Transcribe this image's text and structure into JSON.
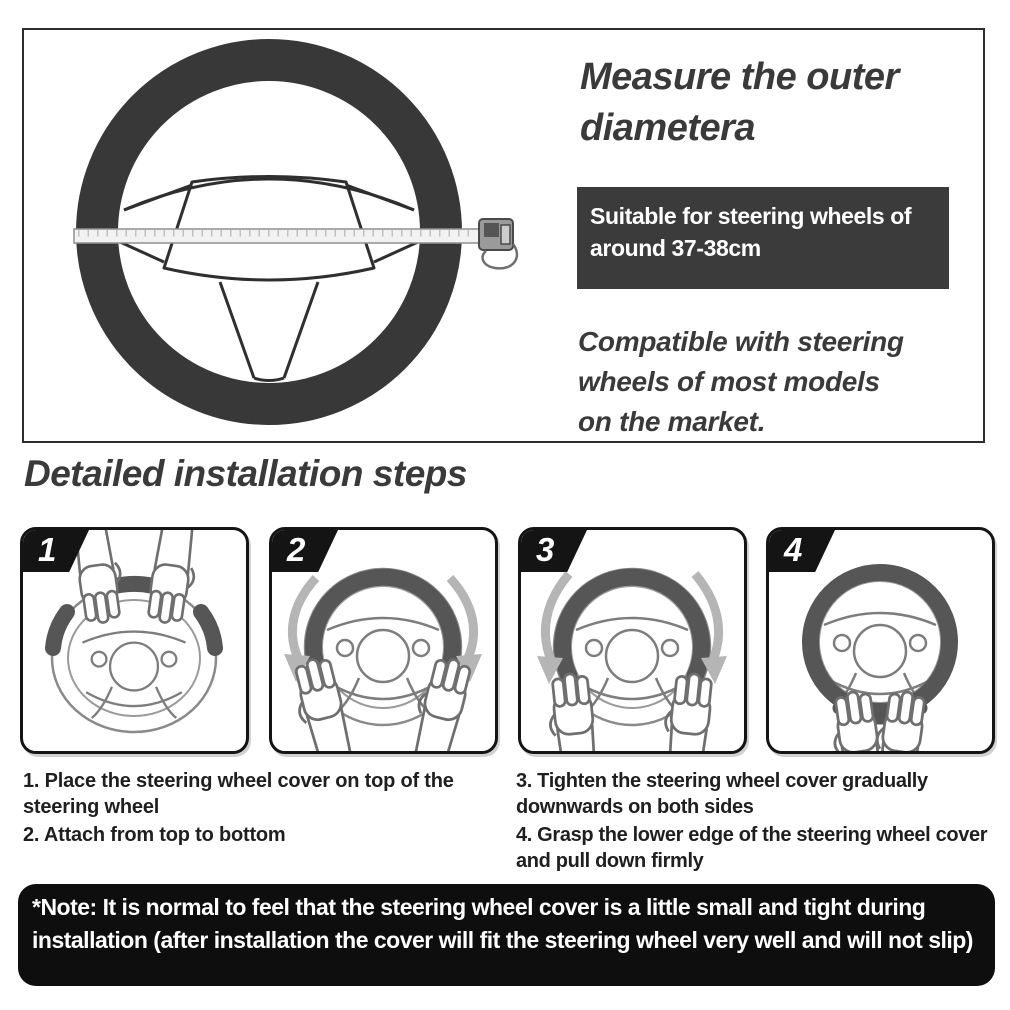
{
  "measure_section": {
    "heading": "Measure the outer diametera",
    "size_note": "Suitable for steering wheels of around 37-38cm",
    "compatibility": "Compatible with steering wheels of most models on the market."
  },
  "steps_heading": "Detailed installation steps",
  "panels": [
    {
      "number": "1",
      "illustration": "hands-place-cover-on-top-of-wheel"
    },
    {
      "number": "2",
      "illustration": "cover-upper-half-arrows-down-both-sides"
    },
    {
      "number": "3",
      "illustration": "cover-three-quarters-tighten-downwards"
    },
    {
      "number": "4",
      "illustration": "cover-complete-pull-lower-edge-down"
    }
  ],
  "instructions": [
    "1. Place the steering wheel cover on top of the steering wheel",
    "2. Attach from top to bottom",
    "3. Tighten the steering wheel cover gradually downwards on both sides",
    "4. Grasp the lower edge of the steering wheel cover and pull down firmly"
  ],
  "note": "*Note: It is normal to feel that the steering wheel cover is a little small and tight during installation (after installation the cover will fit the steering wheel very well and will not slip)",
  "colors": {
    "ink": "#3a3a3a",
    "size_box_bg": "#3b3b3b",
    "note_bg": "#0e0e0e",
    "panel_border": "#141414",
    "wheel_ring": "#383838",
    "cover_gray": "#565656",
    "outline_gray": "#8a8a8a",
    "arrow_gray": "#b5b5b5"
  }
}
